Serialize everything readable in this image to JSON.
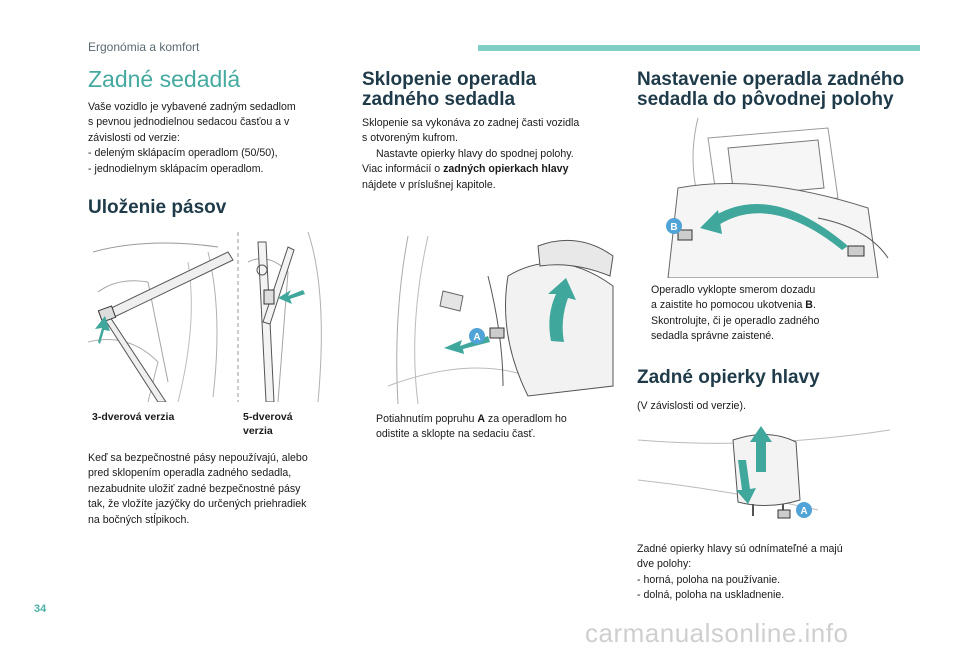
{
  "header": {
    "section_label": "Ergonómia a komfort",
    "page_number": "34",
    "watermark": "carmanualsonline.info"
  },
  "col1": {
    "title": "Zadné sedadlá",
    "intro_lines": [
      "Vaše vozidlo je vybavené zadným sedadlom",
      "s pevnou jednodielnou sedacou časťou a v",
      "závislosti od verzie:",
      "-  deleným sklápacím operadlom (50/50),",
      "-  jednodielnym sklápacím operadlom."
    ],
    "belts_title": "Uloženie pásov",
    "caption_3door": "3-dverová verzia",
    "caption_5door_1": "5-dverová",
    "caption_5door_2": "verzia",
    "belts_text_lines": [
      "Keď sa bezpečnostné pásy nepoužívajú, alebo",
      "pred sklopením operadla zadného sedadla,",
      "nezabudnite uložiť zadné bezpečnostné pásy",
      "tak, že vložíte jazýčky do určených priehradiek",
      "na bočných stĺpikoch."
    ]
  },
  "col2": {
    "title_line1": "Sklopenie operadla",
    "title_line2": "zadného sedadla",
    "intro_lines": [
      "Sklopenie sa vykonáva zo zadnej časti vozidla",
      "s otvoreným kufrom."
    ],
    "step1": "Nastavte opierky hlavy do spodnej polohy.",
    "more_info_prefix": "Viac informácií o ",
    "more_info_bold": "zadných opierkach hlavy",
    "more_info_suffix": "nájdete v príslušnej kapitole.",
    "figure_label": "A",
    "step2_prefix": "Potiahnutím popruhu ",
    "step2_bold": "A",
    "step2_suffix": " za operadlom ho",
    "step2_line2": "odistite a sklopte na sedaciu časť."
  },
  "col3": {
    "title_line1": "Nastavenie operadla zadného",
    "title_line2": "sedadla do pôvodnej polohy",
    "figure_label": "B",
    "step1_line1": "Operadlo vyklopte smerom dozadu",
    "step1_line2_prefix": "a zaistite ho pomocou ukotvenia ",
    "step1_line2_bold": "B",
    "step1_line2_suffix": ".",
    "step2_line1": "Skontrolujte, či je operadlo zadného",
    "step2_line2": "sedadla správne zaistené.",
    "headrest_title": "Zadné opierky hlavy",
    "headrest_note": "(V závislosti od verzie).",
    "headrest_label": "A",
    "headrest_text_lines": [
      "Zadné opierky hlavy sú odnímateľné a majú",
      "dve polohy:",
      "-  horná, poloha na používanie.",
      "-  dolná, poloha na uskladnenie."
    ]
  },
  "bullet_symbol": "",
  "colors": {
    "accent": "#44aaa0",
    "heading": "#1f3b4a",
    "arrow": "#3fa79c",
    "label_circle": "#4fa3d6"
  }
}
